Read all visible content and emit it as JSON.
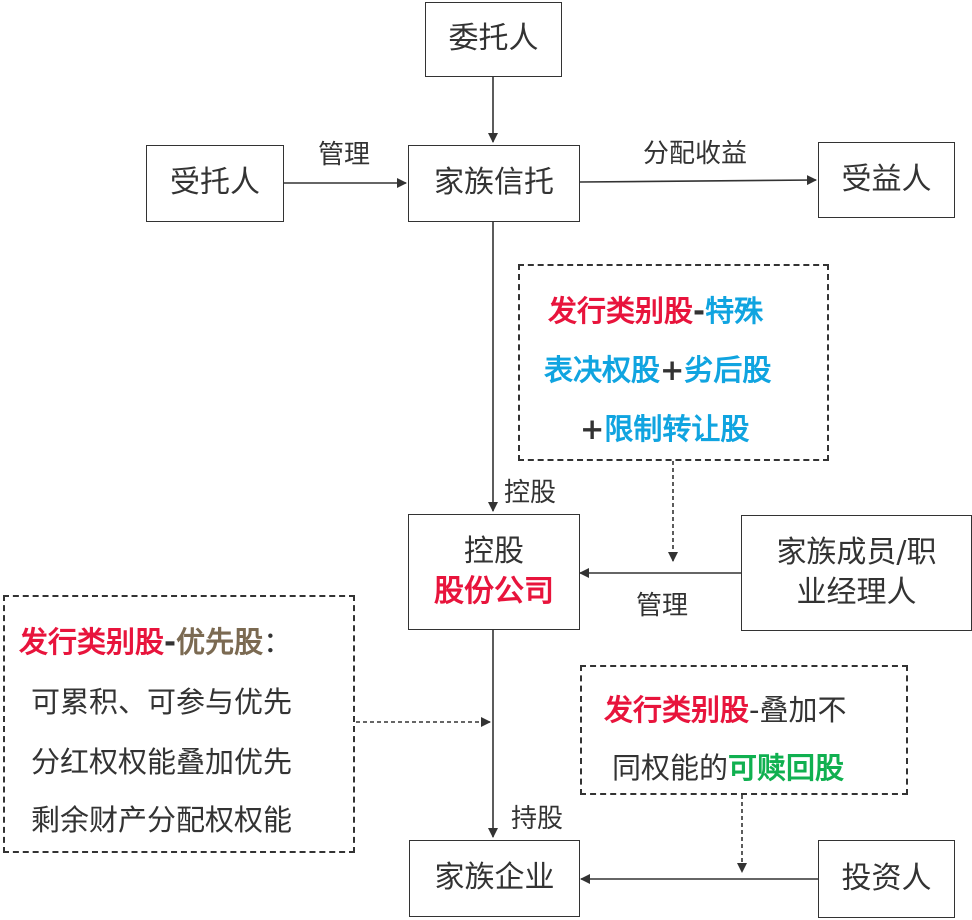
{
  "nodes": {
    "settlor": "委托人",
    "trustee": "受托人",
    "family_trust": "家族信托",
    "beneficiary": "受益人",
    "holding_line1": "控股",
    "holding_line2": "股份公司",
    "members_line1": "家族成员/职",
    "members_line2": "业经理人",
    "family_business": "家族企业",
    "investor": "投资人"
  },
  "edge_labels": {
    "manage_trust": "管理",
    "distribute_income": "分配收益",
    "control_stake": "控股",
    "manage_company": "管理",
    "hold_stake": "持股"
  },
  "note_trust_shares": {
    "issue_label": "发行类别股",
    "dash": "-",
    "special": "特殊",
    "voting_shares": "表决权股",
    "plus1": "+",
    "subordinated": "劣后股",
    "plus2": "+",
    "restricted": "限制转让股"
  },
  "note_preferred": {
    "issue_label": "发行类别股",
    "dash": "-",
    "preferred": "优先股",
    "colon": "：",
    "line2": "可累积、可参与优先",
    "line3": "分红权权能叠加优先",
    "line4": "剩余财产分配权权能"
  },
  "note_redeemable": {
    "issue_label": "发行类别股",
    "rest1": "-叠加不",
    "line2_prefix": "同权能的",
    "redeemable": "可赎回股"
  },
  "colors": {
    "red": "#e8143c",
    "blue": "#10a4e0",
    "brown": "#7b6a52",
    "green": "#10b050",
    "line": "#333333"
  }
}
